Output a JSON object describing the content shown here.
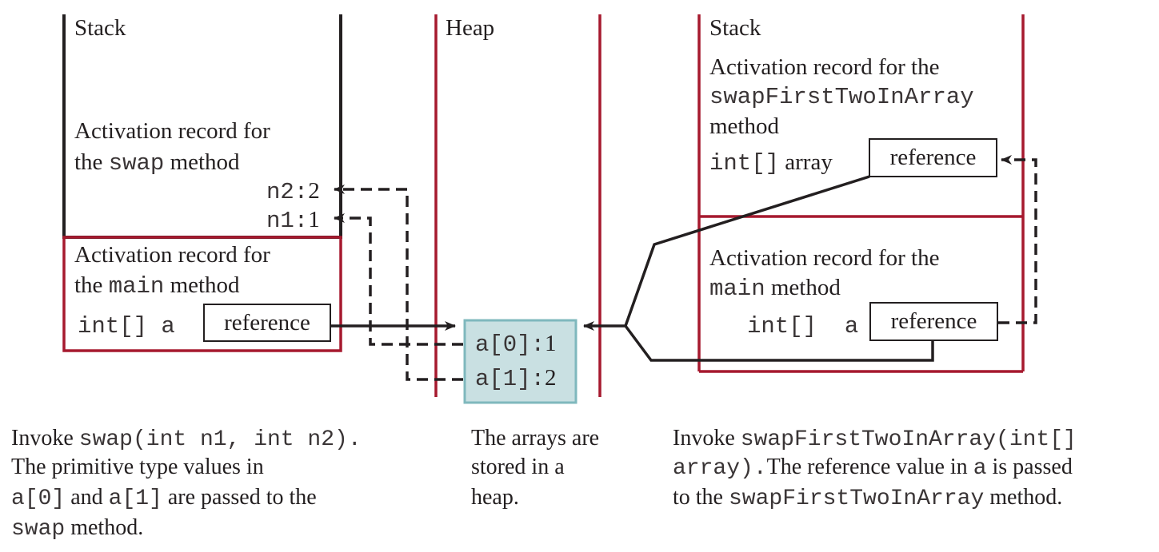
{
  "left_stack": {
    "title": "Stack",
    "swap_record": {
      "line1": "Activation record for",
      "line2_pre": "the",
      "line2_code": "swap",
      "line2_post": "method"
    },
    "n2": {
      "name": "n2:",
      "value": "2"
    },
    "n1": {
      "name": "n1:",
      "value": "1"
    },
    "main_record": {
      "line1": "Activation record for",
      "line2_pre": "the",
      "line2_code": "main",
      "line2_post": "method"
    },
    "var": "int[] a",
    "ref": "reference"
  },
  "heap": {
    "title": "Heap",
    "cells": [
      {
        "name": "a[0]:",
        "value": "1"
      },
      {
        "name": "a[1]:",
        "value": "2"
      }
    ]
  },
  "right_stack": {
    "title": "Stack",
    "swap_first_record": {
      "line1": "Activation record for the",
      "line2_code": "swapFirstTwoInArray",
      "line3": "method"
    },
    "array_var_code": "int[]",
    "array_var_text": "array",
    "array_ref": "reference",
    "main_record": {
      "line1": "Activation record for the",
      "line2_code": "main",
      "line2_post": "method"
    },
    "var": "int[]  a",
    "ref": "reference"
  },
  "captions": {
    "left": {
      "l1_text": "Invoke",
      "l1_code": "swap(int n1, int n2).",
      "l2": "The primitive type values in",
      "l3_code1": "a[0]",
      "l3_and": "and",
      "l3_code2": "a[1]",
      "l3_post": "are passed to the",
      "l4_code": "swap",
      "l4_post": "method."
    },
    "middle": {
      "l1": "The arrays are",
      "l2": "stored in a",
      "l3": "heap."
    },
    "right": {
      "l1_text": "Invoke",
      "l1_code": "swapFirstTwoInArray(int[]",
      "l2_code": "array).",
      "l2_text": "The reference value in",
      "l2_code2": "a",
      "l2_post": "is passed",
      "l3_pre": "to the",
      "l3_code": "swapFirstTwoInArray",
      "l3_post": "method."
    }
  },
  "colors": {
    "dark_line": "#231f20",
    "red_line": "#a6192e",
    "heap_fill": "#c9e0e2",
    "heap_border": "#7fb8bd"
  }
}
